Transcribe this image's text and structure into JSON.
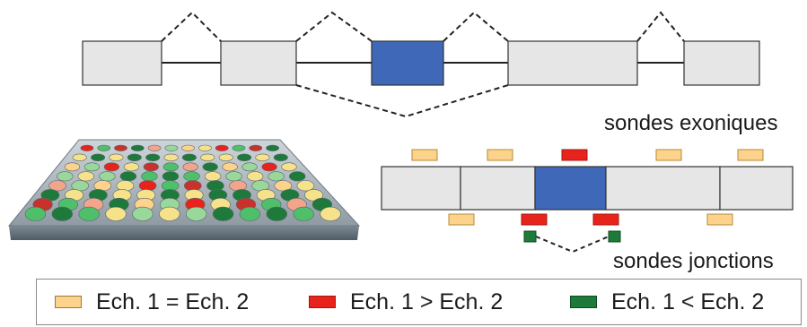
{
  "labels": {
    "exon_probes": "sondes exoniques",
    "junction_probes": "sondes jonctions"
  },
  "legend": [
    {
      "key": "equal",
      "text": "Ech. 1 = Ech. 2",
      "color": "#fdd28a"
    },
    {
      "key": "greater",
      "text": "Ech. 1 > Ech. 2",
      "color": "#e8231c"
    },
    {
      "key": "less",
      "text": "Ech. 1 < Ech. 2",
      "color": "#1d7a3a"
    }
  ],
  "colors": {
    "exon": "#e6e6e6",
    "alt_exon": "#3f68b8",
    "probe_equal": "#fdd28a",
    "probe_up": "#e8231c",
    "probe_down": "#1d7a3a"
  }
}
